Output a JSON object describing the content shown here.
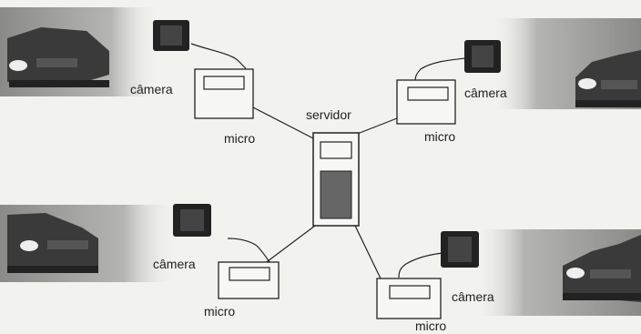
{
  "labels": {
    "camera": "câmera",
    "micro": "micro",
    "server": "servidor"
  },
  "nodes": {
    "server": "servidor",
    "stations": [
      {
        "camera": "câmera",
        "micro": "micro"
      },
      {
        "camera": "câmera",
        "micro": "micro"
      },
      {
        "camera": "câmera",
        "micro": "micro"
      },
      {
        "camera": "câmera",
        "micro": "micro"
      }
    ]
  },
  "colors": {
    "background": "#f2f2ee",
    "ink": "#222222",
    "server_panel": "#666666",
    "car": "#3a3a3a"
  }
}
